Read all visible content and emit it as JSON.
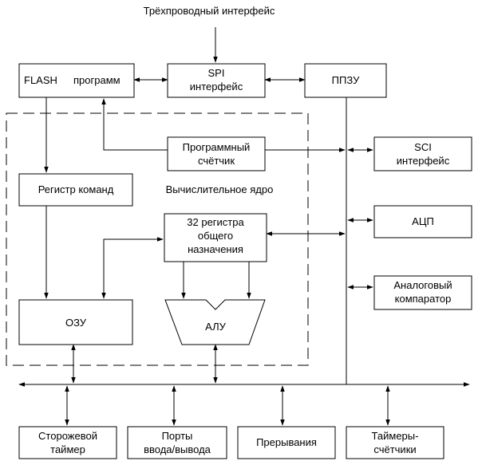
{
  "top_label": "Трёхпроводный интерфейс",
  "core_label": "Вычислительное ядро",
  "blocks": {
    "flash": [
      "FLASH",
      "программ"
    ],
    "spi": [
      "SPI",
      "интерфейс"
    ],
    "ppzu": [
      "ППЗУ"
    ],
    "pc": [
      "Программный",
      "счётчик"
    ],
    "sci": [
      "SCI",
      "интерфейс"
    ],
    "ir": [
      "Регистр команд"
    ],
    "regs": [
      "32 регистра",
      "общего",
      "назначения"
    ],
    "adc": [
      "АЦП"
    ],
    "comp": [
      "Аналоговый",
      "компаратор"
    ],
    "ozu": [
      "ОЗУ"
    ],
    "alu": [
      "АЛУ"
    ],
    "wdt": [
      "Сторожевой",
      "таймер"
    ],
    "ports": [
      "Порты",
      "ввода/вывода"
    ],
    "irq": [
      "Прерывания"
    ],
    "timers": [
      "Таймеры-",
      "счётчики"
    ]
  }
}
